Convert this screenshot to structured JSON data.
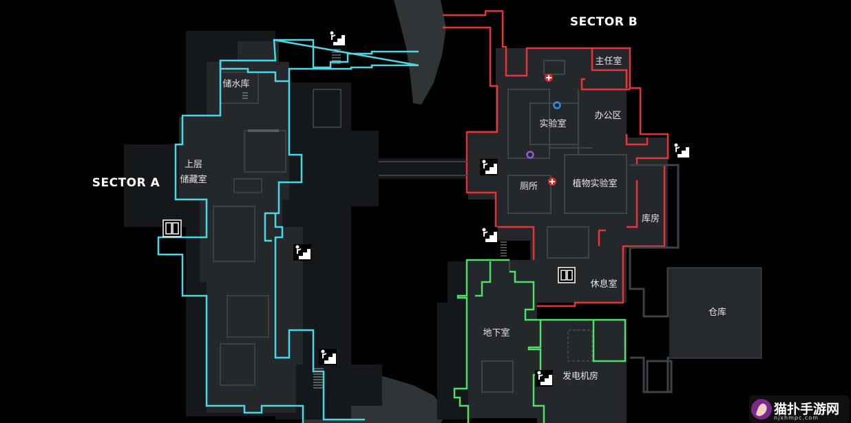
{
  "sectors": {
    "a": "SECTOR A",
    "b": "SECTOR B"
  },
  "rooms": {
    "water_storage": "储水库",
    "upper_storage_1": "上层",
    "upper_storage_2": "储藏室",
    "director": "主任室",
    "lab": "实验室",
    "office": "办公区",
    "restroom": "厕所",
    "plant_lab": "植物实验室",
    "storeroom": "库房",
    "lounge": "休息室",
    "warehouse": "仓库",
    "basement": "地下室",
    "generator": "发电机房"
  },
  "colors": {
    "sector_a_outline": "#46d9e6",
    "sector_b_outline": "#e8333a",
    "basement_outline": "#4fe06a",
    "floor": "#222629",
    "floor_dark": "#15181a",
    "wall_grey": "#3a3f43",
    "medical": "#d8262c",
    "blue_marker": "#2b8fe0",
    "purple_marker": "#8a5ad8"
  },
  "icons": [
    "stairs-icon",
    "elevator-icon",
    "medical-cross-icon",
    "objective-marker-icon"
  ],
  "watermark": {
    "title": "猫扑手游网",
    "url": "njxhmpc.com"
  }
}
